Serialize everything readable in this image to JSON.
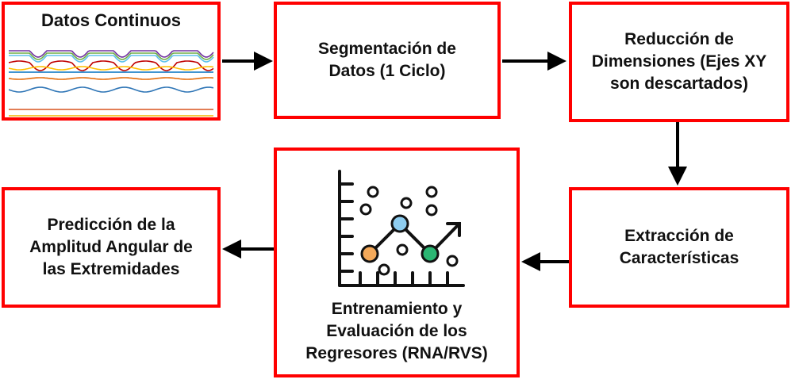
{
  "diagram": {
    "nodes": [
      {
        "id": "datos-continuos",
        "label": "Datos Continuos"
      },
      {
        "id": "segmentacion",
        "label": "Segmentación de\nDatos (1 Ciclo)"
      },
      {
        "id": "reduccion",
        "label": "Reducción de\nDimensiones (Ejes XY\nson descartados)"
      },
      {
        "id": "extraccion",
        "label": "Extracción de\nCaracterísticas"
      },
      {
        "id": "entrenamiento",
        "label": "Entrenamiento y\nEvaluación de los\nRegresores (RNA/RVS)"
      },
      {
        "id": "prediccion",
        "label": "Predicción de la\nAmplitud Angular de\nlas Extremidades"
      }
    ],
    "edges": [
      {
        "from": "datos-continuos",
        "to": "segmentacion"
      },
      {
        "from": "segmentacion",
        "to": "reduccion"
      },
      {
        "from": "reduccion",
        "to": "extraccion"
      },
      {
        "from": "extraccion",
        "to": "entrenamiento"
      },
      {
        "from": "entrenamiento",
        "to": "prediccion"
      }
    ],
    "colors": {
      "box_border": "#ff0000",
      "arrow": "#000000",
      "signal_colors": [
        "#7030a0",
        "#70ad47",
        "#5bc0eb",
        "#c00000",
        "#ffc000",
        "#0070c0",
        "#e46c0a",
        "#2e75b6",
        "#d9531e",
        "#f4b400"
      ],
      "icon_point_orange": "#f4a95a",
      "icon_point_blue": "#8ecdf0",
      "icon_point_green": "#2bb673"
    },
    "icons": {
      "signals": "multichannel-signal-icon",
      "regression": "scatter-trend-icon"
    }
  }
}
